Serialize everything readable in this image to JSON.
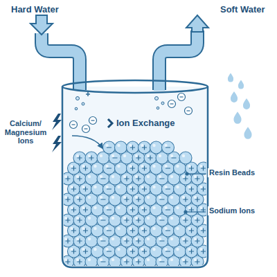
{
  "diagram": {
    "labels": [
      "Hard Water",
      "Soft Water",
      "Calcium/ Magnesium Ions",
      "Ion Exchange",
      "Resin Beads",
      "Sodium Ions"
    ]
  }
}
